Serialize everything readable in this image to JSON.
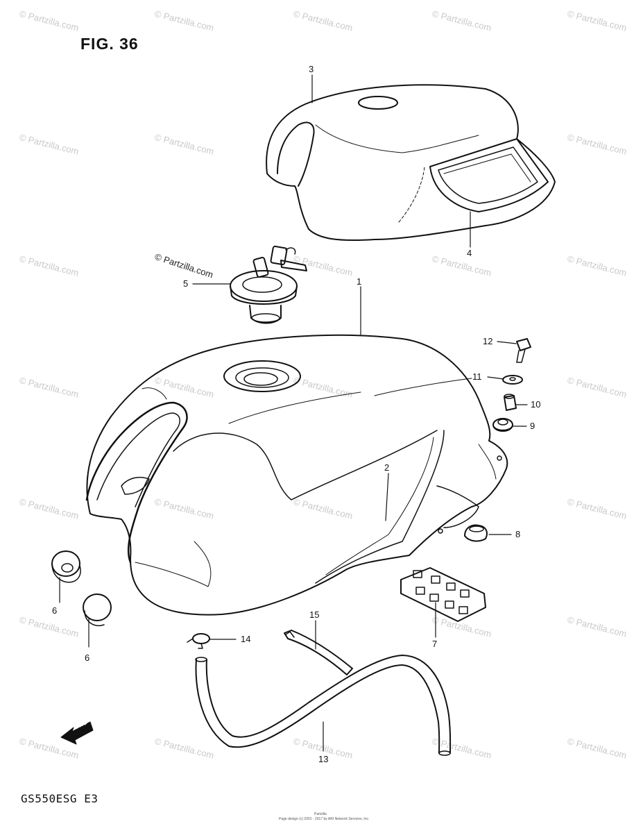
{
  "figure": {
    "title": "FIG. 36",
    "model": "GS550ESG  E3"
  },
  "footer": {
    "line1": "Partzilla",
    "line2": "Page design (c) 2001 - 2017 by ARI Network Services, Inc."
  },
  "watermark": {
    "text": "© Partzilla.com"
  },
  "fwd_label": "FWD",
  "callouts": [
    {
      "id": "1",
      "label": "1"
    },
    {
      "id": "2",
      "label": "2"
    },
    {
      "id": "3",
      "label": "3"
    },
    {
      "id": "4",
      "label": "4"
    },
    {
      "id": "5",
      "label": "5"
    },
    {
      "id": "6a",
      "label": "6"
    },
    {
      "id": "6b",
      "label": "6"
    },
    {
      "id": "7",
      "label": "7"
    },
    {
      "id": "8",
      "label": "8"
    },
    {
      "id": "9",
      "label": "9"
    },
    {
      "id": "10",
      "label": "10"
    },
    {
      "id": "11",
      "label": "11"
    },
    {
      "id": "12",
      "label": "12"
    },
    {
      "id": "13",
      "label": "13"
    },
    {
      "id": "14",
      "label": "14"
    },
    {
      "id": "15",
      "label": "15"
    }
  ]
}
